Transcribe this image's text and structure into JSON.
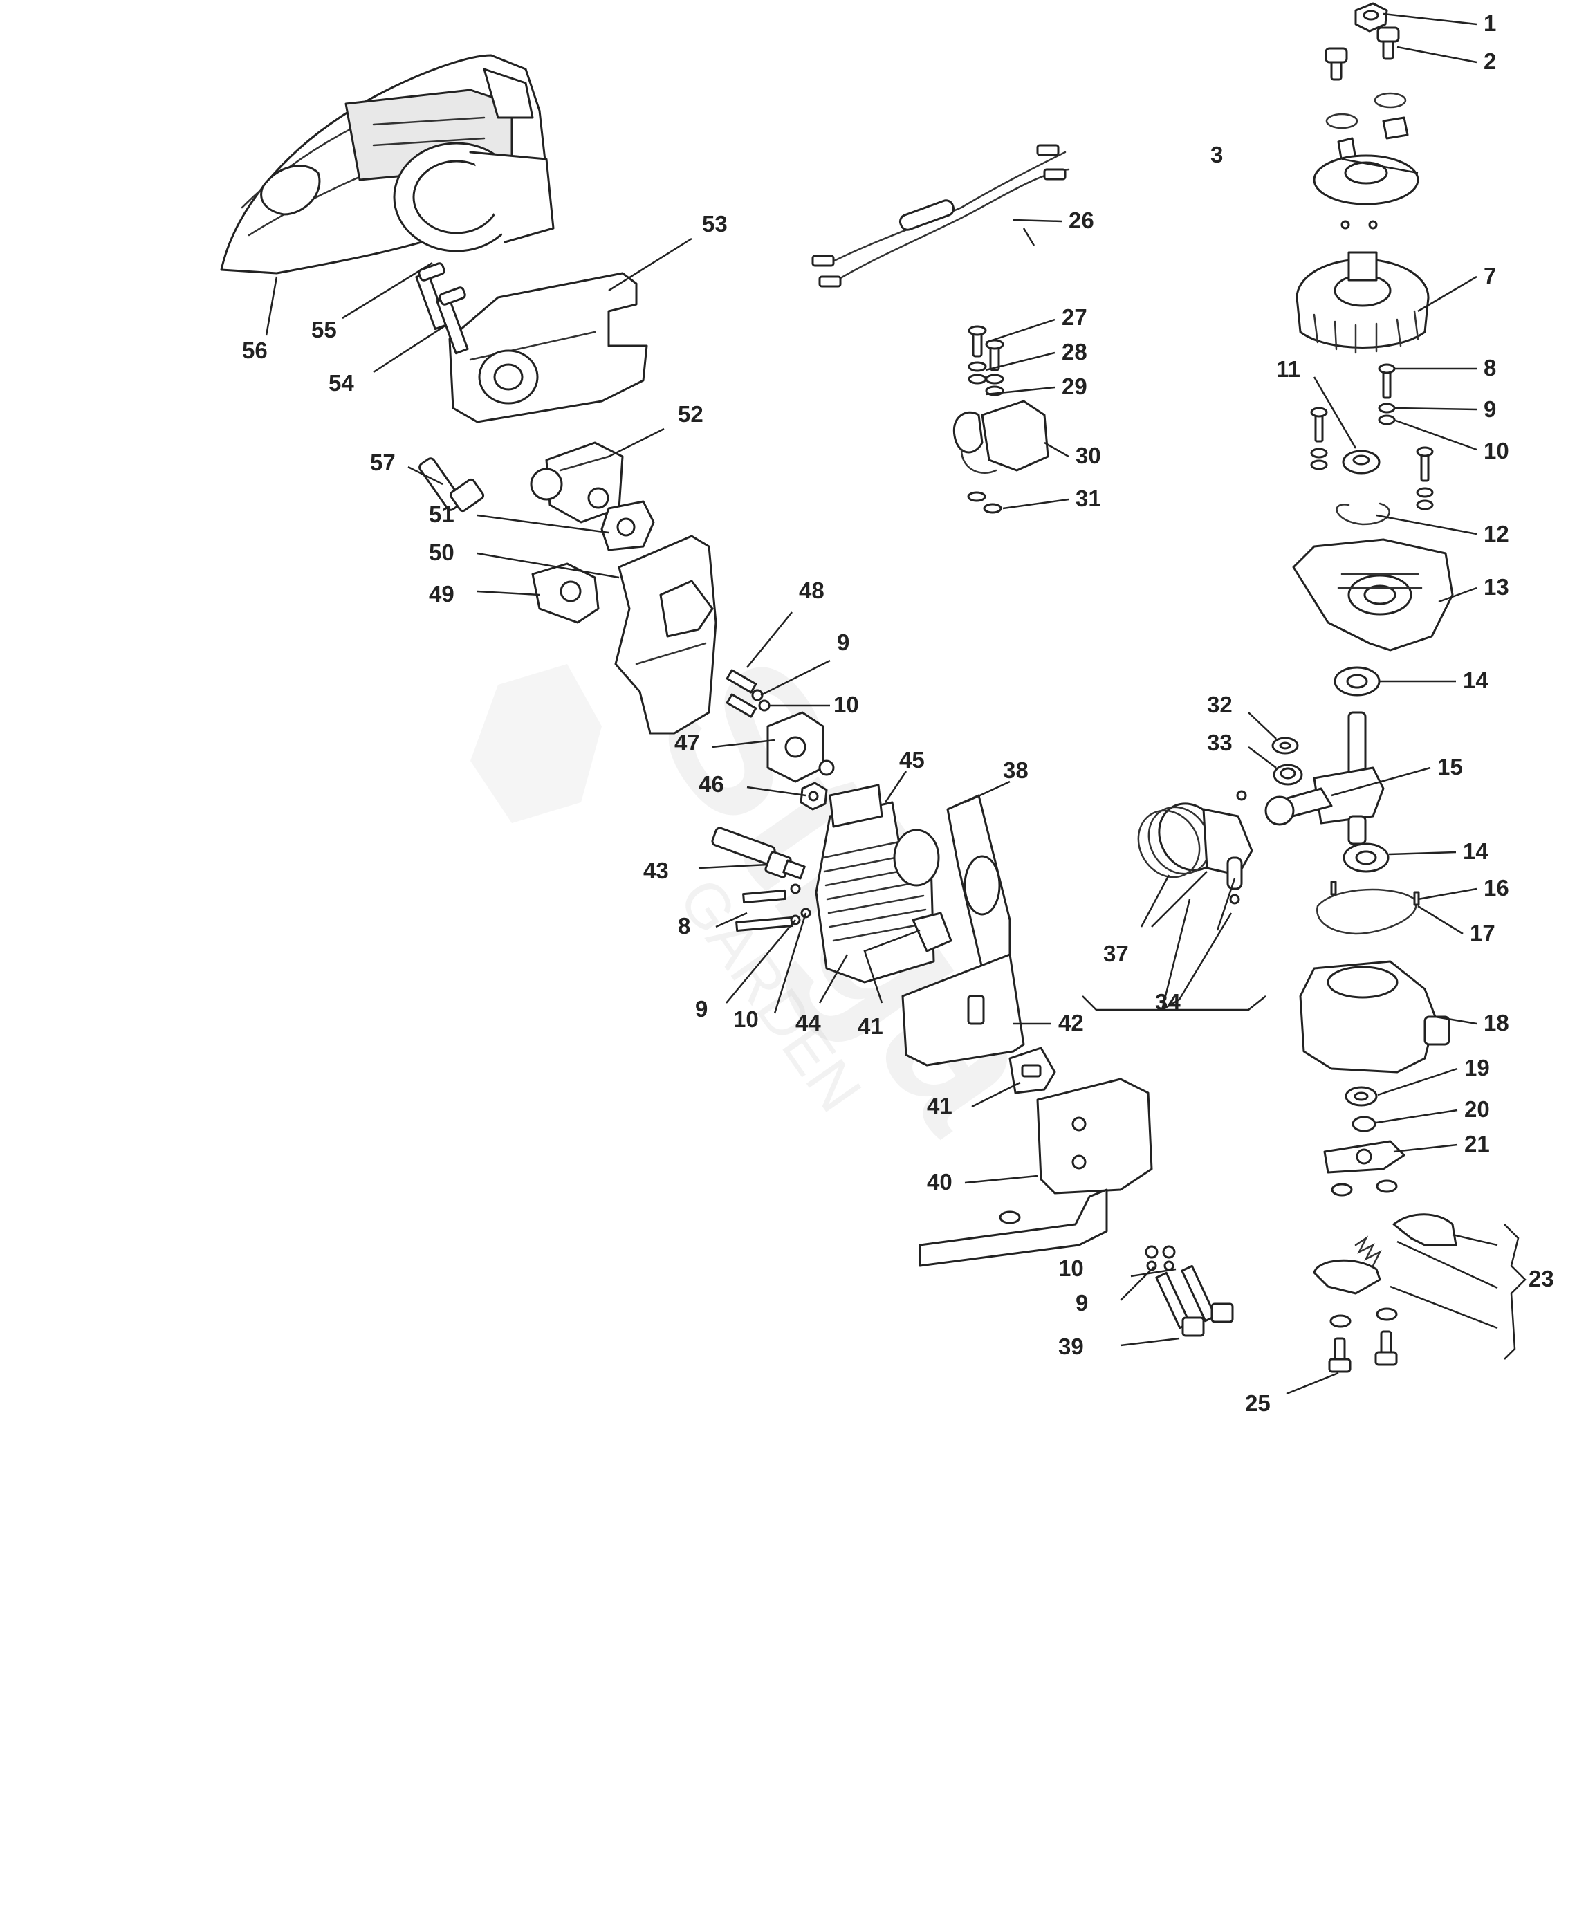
{
  "diagram": {
    "kind": "exploded parts diagram",
    "watermark": {
      "brand": "Stiga",
      "sub": "GARDEN"
    },
    "callouts": [
      {
        "id": "c1",
        "label": "1"
      },
      {
        "id": "c2",
        "label": "2"
      },
      {
        "id": "c3",
        "label": "3"
      },
      {
        "id": "c7",
        "label": "7"
      },
      {
        "id": "c8a",
        "label": "8"
      },
      {
        "id": "c9a",
        "label": "9"
      },
      {
        "id": "c10a",
        "label": "10"
      },
      {
        "id": "c11",
        "label": "11"
      },
      {
        "id": "c12",
        "label": "12"
      },
      {
        "id": "c13",
        "label": "13"
      },
      {
        "id": "c14a",
        "label": "14"
      },
      {
        "id": "c15",
        "label": "15"
      },
      {
        "id": "c14b",
        "label": "14"
      },
      {
        "id": "c16",
        "label": "16"
      },
      {
        "id": "c17",
        "label": "17"
      },
      {
        "id": "c18",
        "label": "18"
      },
      {
        "id": "c19",
        "label": "19"
      },
      {
        "id": "c20",
        "label": "20"
      },
      {
        "id": "c21",
        "label": "21"
      },
      {
        "id": "c23",
        "label": "23"
      },
      {
        "id": "c25",
        "label": "25"
      },
      {
        "id": "c26",
        "label": "26"
      },
      {
        "id": "c27",
        "label": "27"
      },
      {
        "id": "c28",
        "label": "28"
      },
      {
        "id": "c29",
        "label": "29"
      },
      {
        "id": "c30",
        "label": "30"
      },
      {
        "id": "c31",
        "label": "31"
      },
      {
        "id": "c32",
        "label": "32"
      },
      {
        "id": "c33",
        "label": "33"
      },
      {
        "id": "c34",
        "label": "34"
      },
      {
        "id": "c37",
        "label": "37"
      },
      {
        "id": "c38",
        "label": "38"
      },
      {
        "id": "c39",
        "label": "39"
      },
      {
        "id": "c9d",
        "label": "9"
      },
      {
        "id": "c10d",
        "label": "10"
      },
      {
        "id": "c40",
        "label": "40"
      },
      {
        "id": "c41a",
        "label": "41"
      },
      {
        "id": "c41b",
        "label": "41"
      },
      {
        "id": "c42",
        "label": "42"
      },
      {
        "id": "c43",
        "label": "43"
      },
      {
        "id": "c44",
        "label": "44"
      },
      {
        "id": "c45",
        "label": "45"
      },
      {
        "id": "c46",
        "label": "46"
      },
      {
        "id": "c47",
        "label": "47"
      },
      {
        "id": "c48",
        "label": "48"
      },
      {
        "id": "c9b",
        "label": "9"
      },
      {
        "id": "c10b",
        "label": "10"
      },
      {
        "id": "c8b",
        "label": "8"
      },
      {
        "id": "c9c",
        "label": "9"
      },
      {
        "id": "c10c",
        "label": "10"
      },
      {
        "id": "c49",
        "label": "49"
      },
      {
        "id": "c50",
        "label": "50"
      },
      {
        "id": "c51",
        "label": "51"
      },
      {
        "id": "c52",
        "label": "52"
      },
      {
        "id": "c53",
        "label": "53"
      },
      {
        "id": "c54",
        "label": "54"
      },
      {
        "id": "c55",
        "label": "55"
      },
      {
        "id": "c56",
        "label": "56"
      },
      {
        "id": "c57",
        "label": "57"
      }
    ]
  }
}
